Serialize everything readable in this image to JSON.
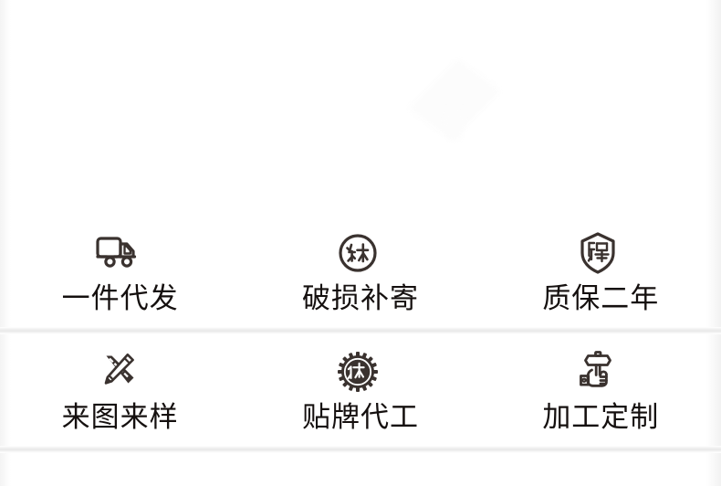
{
  "page": {
    "background_color": "#ffffff",
    "icon_color": "#3a322f",
    "text_color": "#15100f",
    "divider_color": "#e9e9e9"
  },
  "watermark": {
    "shape": "diamond-balloon",
    "visible": true,
    "color": "#fcfcfc"
  },
  "features": {
    "rows": [
      {
        "cells": [
          {
            "icon": "delivery-truck-icon",
            "label": "一件代发"
          },
          {
            "icon": "circle-bu-character-icon",
            "label": "破损补寄"
          },
          {
            "icon": "shield-bao-character-icon",
            "label": "质保二年"
          }
        ]
      },
      {
        "cells": [
          {
            "icon": "pencil-ruler-icon",
            "label": "来图来样"
          },
          {
            "icon": "badge-dai-character-icon",
            "label": "贴牌代工"
          },
          {
            "icon": "hand-hammer-icon",
            "label": "加工定制"
          }
        ]
      }
    ]
  }
}
